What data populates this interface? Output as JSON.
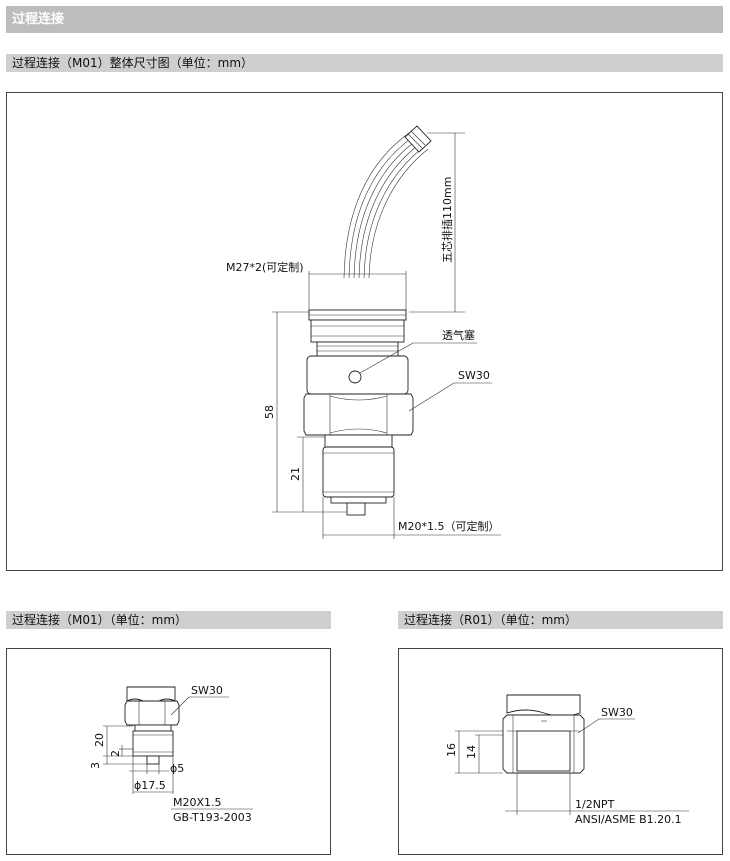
{
  "header": {
    "title": "过程连接",
    "overall_subtitle": "过程连接（M01）整体尺寸图（单位：mm）",
    "m01_subtitle": "过程连接（M01）（单位：mm）",
    "r01_subtitle": "过程连接（R01）（单位：mm）"
  },
  "main_diagram": {
    "cable_label": "五芯排插110mm",
    "top_thread_label": "M27*2(可定制)",
    "vent_label": "透气塞",
    "hex_label": "SW30",
    "total_height": "58",
    "lower_height": "21",
    "bottom_thread_label": "M20*1.5（可定制）"
  },
  "m01_diagram": {
    "hex_label": "SW30",
    "height_20": "20",
    "height_2": "2",
    "height_3": "3",
    "dia_5": "ϕ5",
    "dia_175": "ϕ17.5",
    "thread": "M20X1.5",
    "standard": "GB-T193-2003"
  },
  "r01_diagram": {
    "hex_label": "SW30",
    "height_16": "16",
    "height_14": "14",
    "thread": "1/2NPT",
    "standard": "ANSI/ASME B1.20.1"
  }
}
